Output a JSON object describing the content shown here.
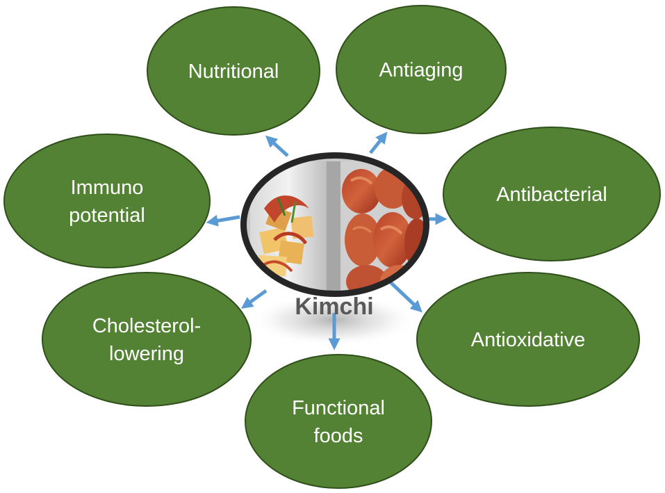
{
  "colors": {
    "node_fill": "#548235",
    "node_text": "#ffffff",
    "arrow": "#5b9bd5",
    "center_text": "#595959",
    "photo_frame": "#262626"
  },
  "center": {
    "label": "Kimchi",
    "photo": "kimchi-photo"
  },
  "benefits": [
    {
      "label_lines": [
        "Nutritional"
      ]
    },
    {
      "label_lines": [
        "Antiaging"
      ]
    },
    {
      "label_lines": [
        "Antibacterial"
      ]
    },
    {
      "label_lines": [
        "Antioxidative"
      ]
    },
    {
      "label_lines": [
        "Functional",
        "foods"
      ]
    },
    {
      "label_lines": [
        "Cholesterol-",
        "lowering"
      ]
    },
    {
      "label_lines": [
        "Immuno",
        "potential"
      ]
    }
  ]
}
